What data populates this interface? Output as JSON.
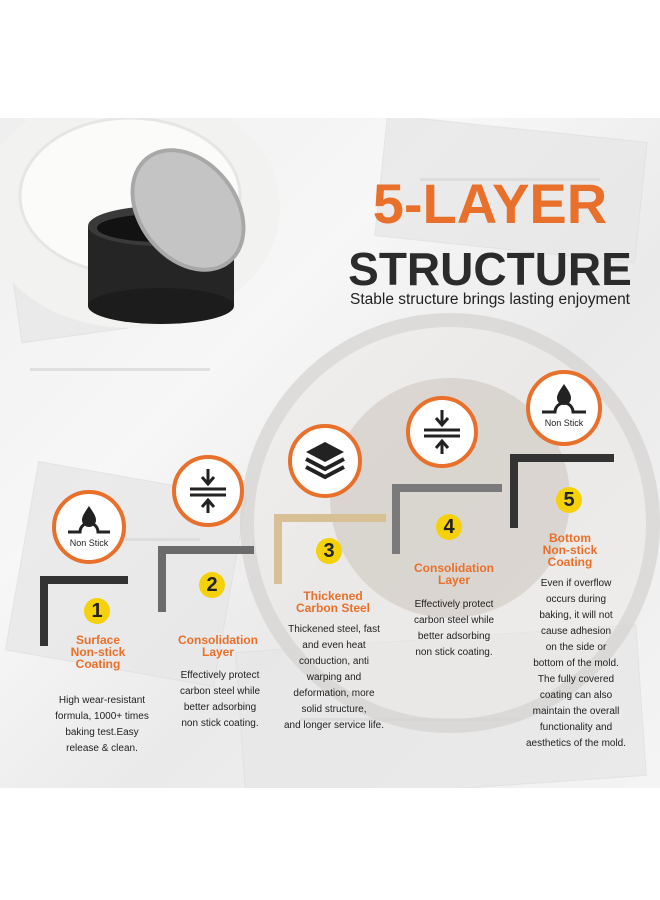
{
  "title": {
    "line1": "5-LAYER",
    "line2": "STRUCTURE",
    "subtitle": "Stable structure brings lasting enjoyment"
  },
  "colors": {
    "accent": "#e8702a",
    "dark": "#2b2b2b",
    "badge": "#f5d10a",
    "gold_step": "#d7bf96"
  },
  "layers": [
    {
      "number": "1",
      "icon": "non-stick-drop-icon",
      "icon_label": "Non Stick",
      "heading": [
        "Surface",
        "Non-stick",
        "Coating"
      ],
      "description": [
        "High wear-resistant",
        "formula, 1000+ times",
        "baking test.Easy",
        "release & clean."
      ]
    },
    {
      "number": "2",
      "icon": "compress-arrows-icon",
      "heading": [
        "Consolidation",
        "Layer"
      ],
      "description": [
        "Effectively protect",
        "carbon steel while",
        "better adsorbing",
        "non stick coating."
      ]
    },
    {
      "number": "3",
      "icon": "stacked-layers-icon",
      "heading": [
        "Thickened",
        "Carbon Steel"
      ],
      "description": [
        "Thickened steel, fast",
        "and even heat",
        "conduction, anti",
        "warping and",
        "deformation, more",
        "solid structure,",
        "and longer service life."
      ]
    },
    {
      "number": "4",
      "icon": "compress-arrows-icon",
      "heading": [
        "Consolidation",
        "Layer"
      ],
      "description": [
        "Effectively protect",
        "carbon steel while",
        "better adsorbing",
        "non stick coating."
      ]
    },
    {
      "number": "5",
      "icon": "non-stick-drop-icon",
      "icon_label": "Non Stick",
      "heading": [
        "Bottom",
        "Non-stick",
        "Coating"
      ],
      "description": [
        "Even if overflow",
        "occurs during",
        "baking, it will not",
        "cause adhesion",
        "on the side or",
        "bottom of the mold.",
        "The fully covered",
        "coating can also",
        "maintain the overall",
        "functionality and",
        "aesthetics of the mold."
      ]
    }
  ]
}
